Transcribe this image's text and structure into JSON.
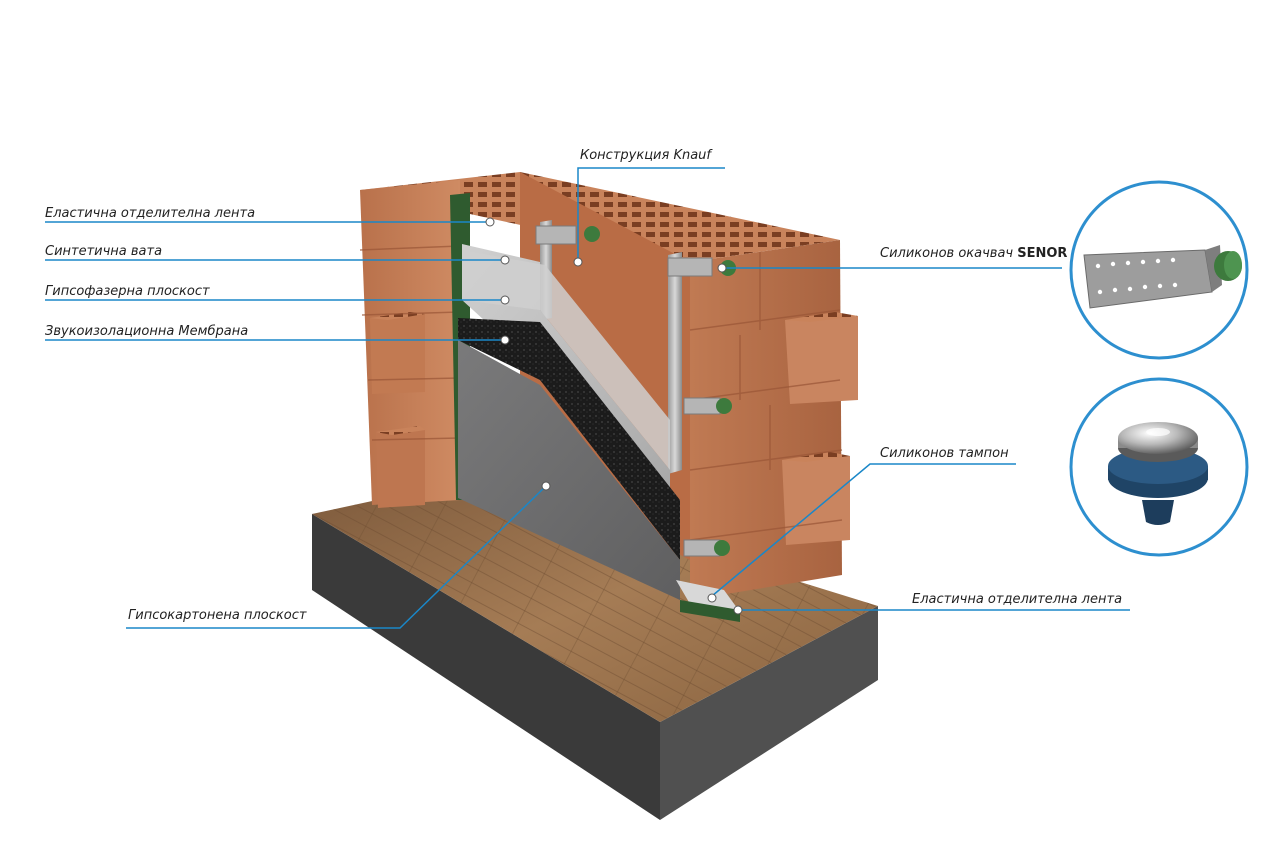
{
  "colors": {
    "leader": "#1a87c8",
    "brick": "#c7805a",
    "brick_dark": "#8f5133",
    "concrete": "#4a4a4a",
    "wood": "#9a7550",
    "gypsum_board": "#6f6f70",
    "wool": "#b9b9b9",
    "membrane": "#1c1c1c",
    "tape": "#2f5b2f",
    "detail_circle": "#2d8fcf"
  },
  "labels": {
    "elastic_tape_top": "Еластична отделителна лента",
    "synthetic_wool": "Синтетична вата",
    "gypsum_fiber": "Гипсофазерна плоскост",
    "sound_membrane": "Звукоизолационна Мембрана",
    "knauf_construction": "Конструкция Knauf",
    "senor_prefix": "Силиконов окачвач",
    "senor_brand": "SENOR",
    "silicone_pad": "Силиконов тампон",
    "elastic_tape_bottom": "Еластична отделителна лента",
    "gypsum_board": "Гипсокартонена плоскост"
  },
  "icons": {
    "hanger_detail": "silicone-hanger-icon",
    "pad_detail": "silicone-pad-icon"
  }
}
